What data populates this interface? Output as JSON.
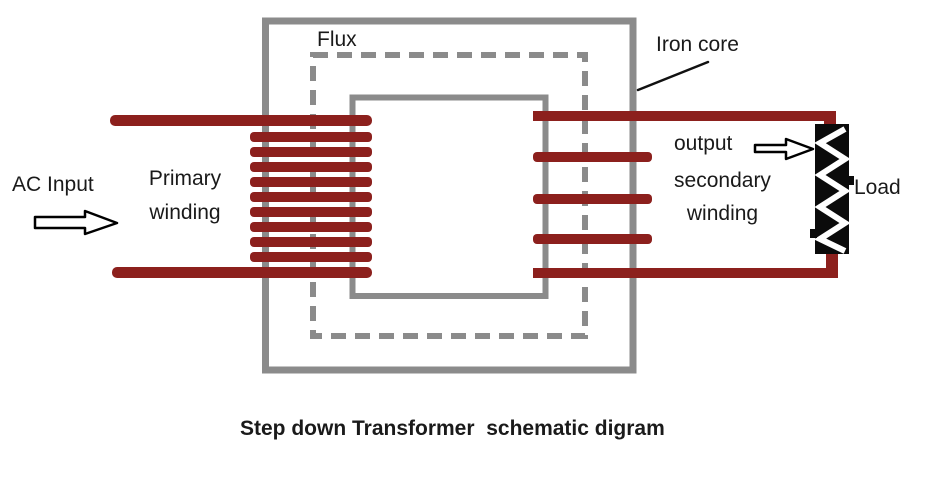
{
  "diagram": {
    "labels": {
      "flux": "Flux",
      "iron_core": "Iron core",
      "ac_input": "AC Input",
      "primary_line1": "Primary",
      "primary_line2": "winding",
      "output": "output",
      "secondary_line1": "secondary",
      "secondary_line2": "winding",
      "load": "Load"
    },
    "caption": "Step down Transformer  schematic digram",
    "icons": {
      "ac_input_arrow": "right-arrow",
      "output_arrow": "right-arrow"
    },
    "colors": {
      "core-gray": "#8b8b8b",
      "winding-red": "#8c201d",
      "load-black": "#0b0b0b",
      "text-color": "#1a1a1a",
      "background": "#ffffff"
    }
  }
}
